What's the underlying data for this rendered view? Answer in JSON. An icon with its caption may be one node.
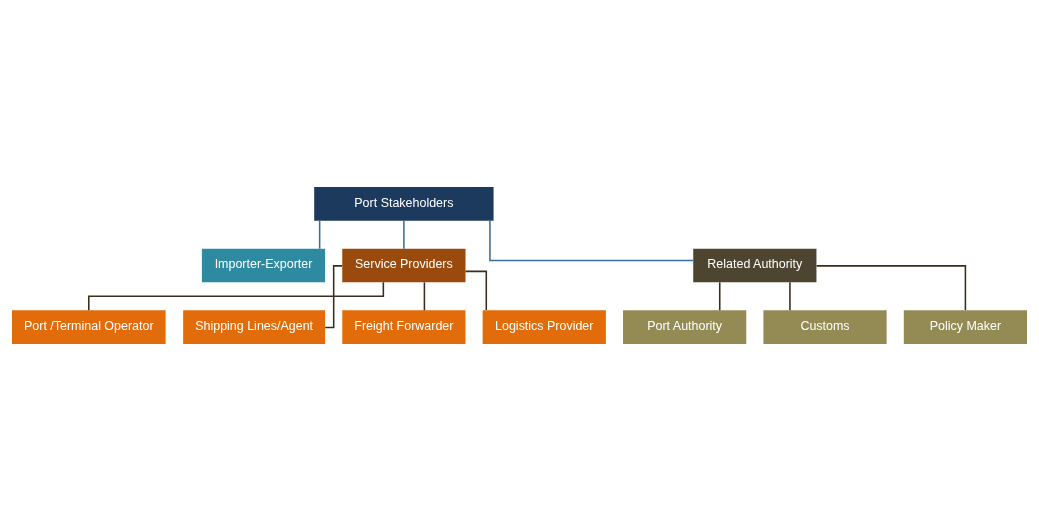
{
  "diagram": {
    "nodes": [
      {
        "text": [
          "Port Stakeholders"
        ]
      },
      {
        "text": [
          "Importer-Exporter"
        ]
      },
      {
        "text": [
          "Service Providers"
        ]
      },
      {
        "text": [
          "Port /Terminal Operator"
        ]
      },
      {
        "text": [
          "Shipping Lines/Agent"
        ]
      },
      {
        "text": [
          "Freight Forwarder"
        ]
      },
      {
        "text": [
          "Logistics Provider"
        ]
      },
      {
        "text": [
          "Related Authority"
        ]
      },
      {
        "text": [
          "Port Authority"
        ]
      },
      {
        "text": [
          "Customs"
        ]
      },
      {
        "text": [
          "Policy Maker"
        ]
      }
    ],
    "edges": [
      {
        "from": 0,
        "to": 1,
        "arrow": "none",
        "color": "#3b6e98"
      },
      {
        "from": 0,
        "to": 2,
        "arrow": "none",
        "color": "#3b6e98"
      },
      {
        "from": 0,
        "to": 7,
        "arrow": "none",
        "color": "#3b6e98"
      },
      {
        "from": 2,
        "to": 3,
        "arrow": "none"
      },
      {
        "from": 2,
        "to": 4,
        "arrow": "none"
      },
      {
        "from": 2,
        "to": 5,
        "arrow": "none"
      },
      {
        "from": 2,
        "to": 6,
        "arrow": "none"
      },
      {
        "from": 7,
        "to": 8,
        "arrow": "none"
      },
      {
        "from": 7,
        "to": 9,
        "arrow": "none"
      },
      {
        "from": 7,
        "to": 10,
        "arrow": "none"
      }
    ]
  }
}
